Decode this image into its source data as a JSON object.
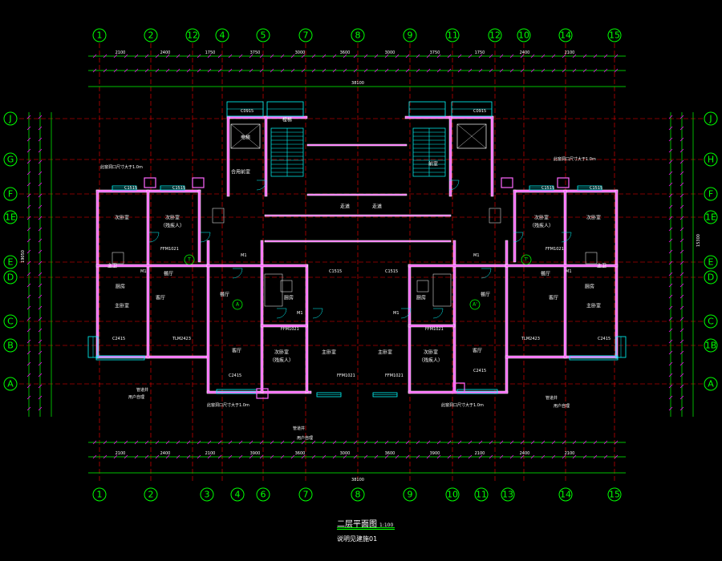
{
  "drawing": {
    "title": "二层平面图",
    "scale": "1:100",
    "note": "说明见建施01",
    "colors": {
      "background": "#000000",
      "axis_bubble": "#00ff00",
      "grid_line": "#ff0000",
      "wall": "#ffffff",
      "wall_fill": "#ff66ff",
      "window": "#00ffff",
      "dimension": "#00ff00",
      "stair": "#00ffff",
      "text": "#ffffff",
      "tick": "#ff00ff"
    }
  },
  "axes": {
    "top": [
      "1",
      "2",
      "12",
      "4",
      "5",
      "7",
      "8",
      "9",
      "11",
      "12",
      "10",
      "14",
      "15"
    ],
    "bottom": [
      "1",
      "2",
      "3",
      "4",
      "6",
      "7",
      "8",
      "9",
      "10",
      "11",
      "13",
      "14",
      "15"
    ],
    "left": [
      "J",
      "G",
      "F",
      "1E",
      "E",
      "D",
      "C",
      "B",
      "A"
    ],
    "right": [
      "J",
      "H",
      "F",
      "1E",
      "E",
      "D",
      "C",
      "1B",
      "A"
    ]
  },
  "dimensions": {
    "top_total": "38100",
    "bottom_total": "38100",
    "top_row": [
      "2100",
      "2400",
      "1750",
      "3750",
      "3000",
      "3600",
      "3000",
      "3750",
      "1750",
      "2400",
      "2100"
    ],
    "bottom_row": [
      "2100",
      "2400",
      "2100",
      "3900",
      "3600",
      "3000",
      "3600",
      "3900",
      "2100",
      "2400",
      "2100"
    ],
    "left_total": "19050",
    "right_total": "15300"
  },
  "rooms": {
    "left_unit": [
      "次卧室",
      "次卧室",
      "（残疾人）",
      "主卧室",
      "厨房",
      "餐厅",
      "客厅",
      "主卫"
    ],
    "center_left": [
      "客厅",
      "次卧室",
      "（残疾人）",
      "主卧室",
      "厨房",
      "餐厅"
    ],
    "center_right": [
      "主卧室",
      "次卧室",
      "（残疾人）",
      "客厅",
      "厨房",
      "餐厅"
    ],
    "right_unit": [
      "次卧室",
      "次卧室",
      "（残疾人）",
      "主卧室",
      "厨房",
      "餐厅",
      "客厅",
      "主卫"
    ],
    "core": [
      "电梯",
      "楼梯",
      "走道",
      "走道",
      "前室",
      "合用前室"
    ]
  },
  "labels": {
    "win_c1515": "C1515",
    "win_c0915": "C0915",
    "door_fm1021": "FFM1021",
    "door_m1": "M1",
    "win_tlm2423": "TLM2423",
    "win_c2415": "C2415",
    "note_fireproof": "此窗洞口尺寸大于1.0m",
    "note_user_door": "用户自理",
    "note_shaft": "管道井",
    "axis_a": "A",
    "axis_a2": "A'",
    "axis_t": "T",
    "axis_t2": "T'"
  }
}
